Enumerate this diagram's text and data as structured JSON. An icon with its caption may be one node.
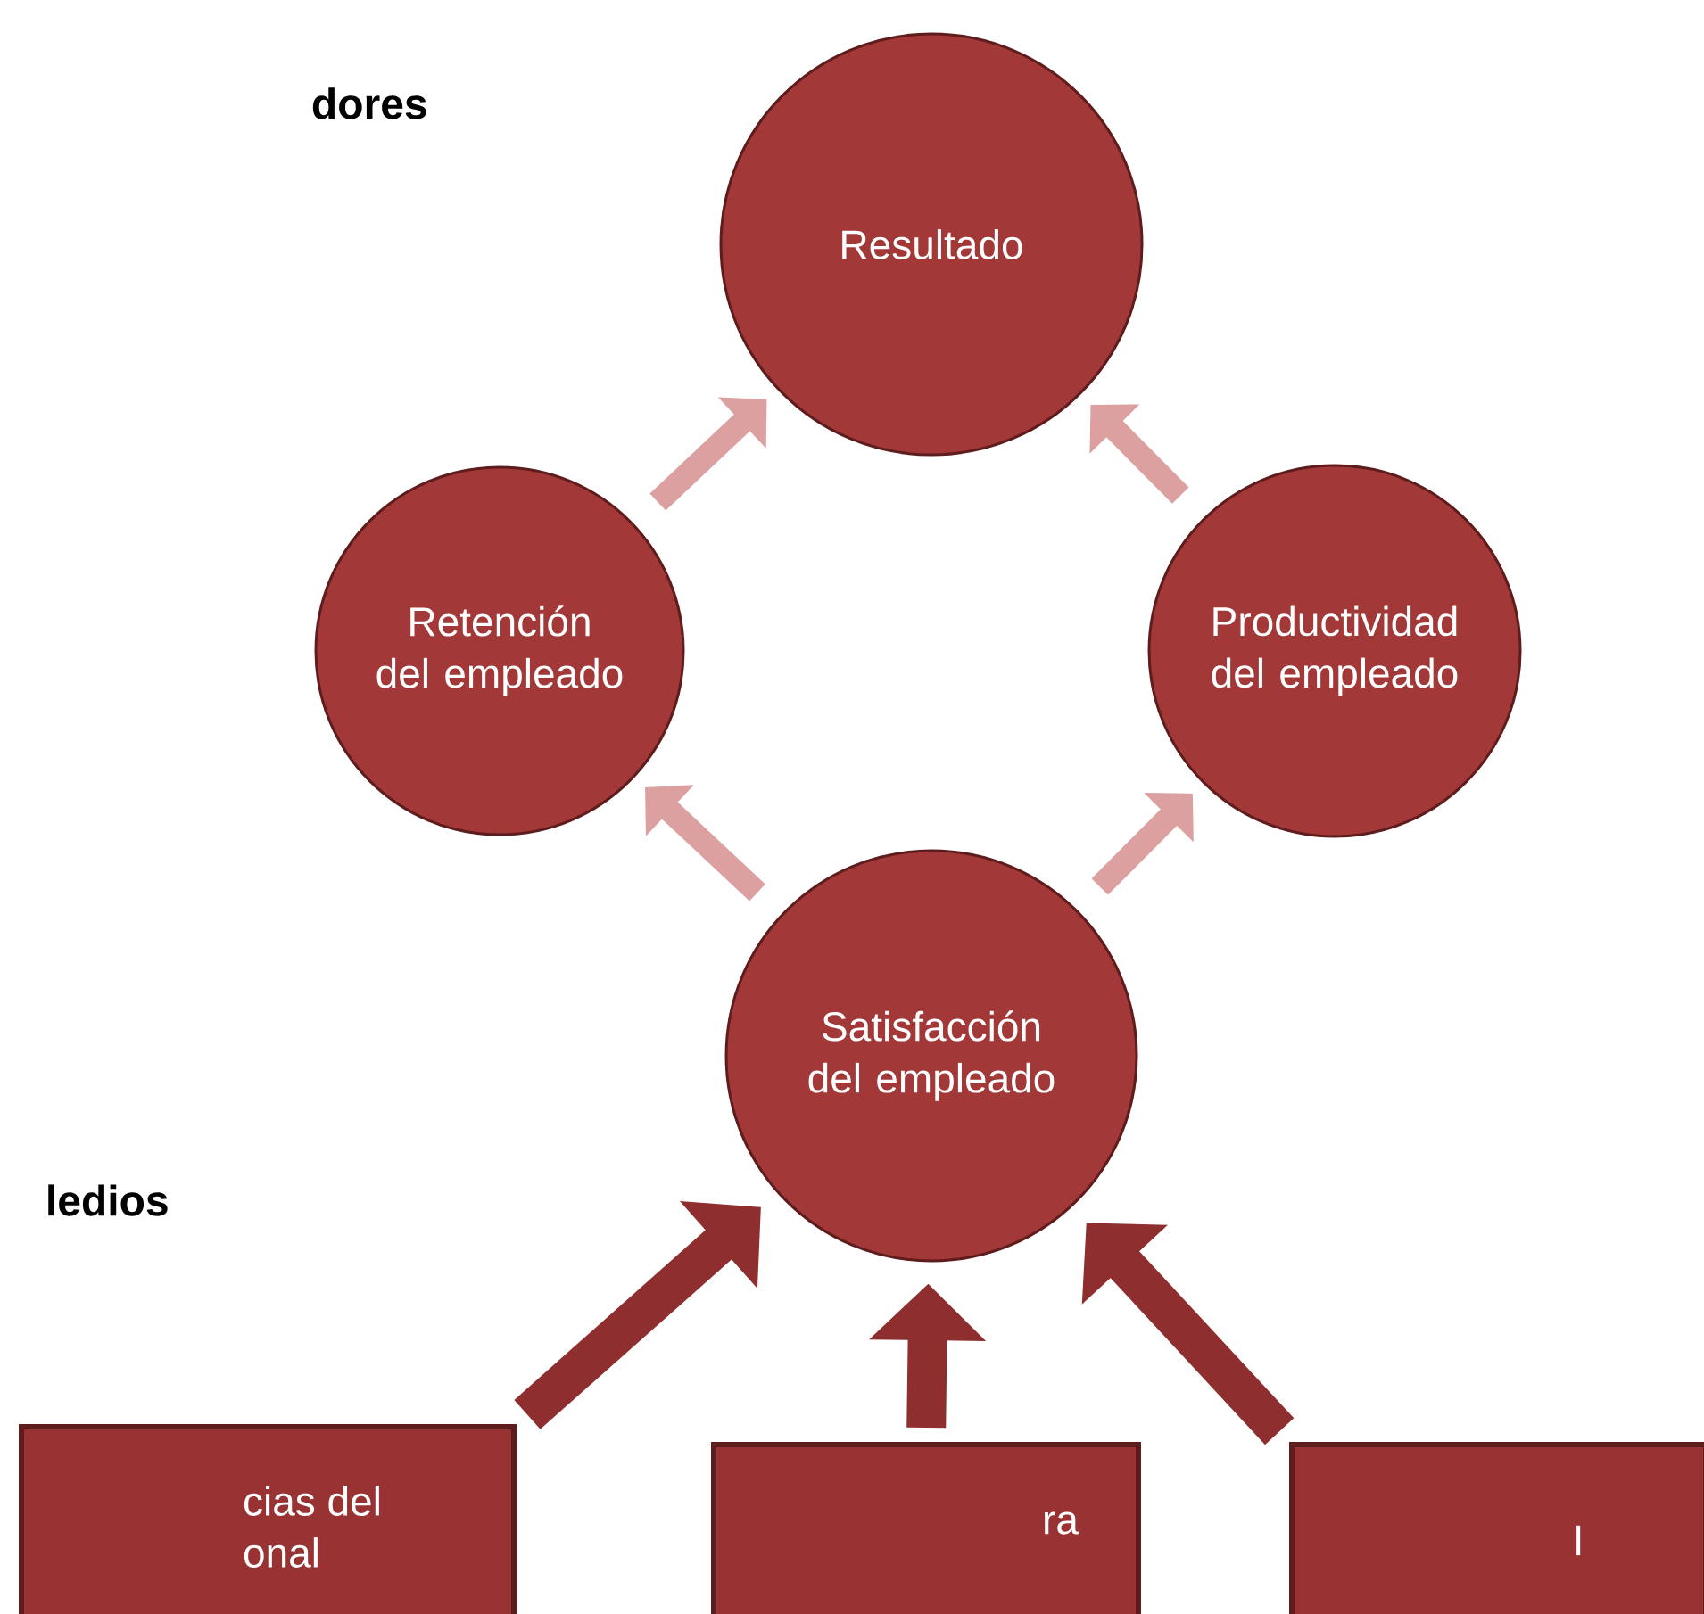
{
  "diagram": {
    "nodes": [
      {
        "text": [
          "Resultado"
        ]
      },
      {
        "text": [
          "Retención del empleado"
        ]
      },
      {
        "text": [
          "Productividad del empleado"
        ]
      },
      {
        "text": [
          "Satisfacción del empleado"
        ]
      },
      {
        "text": [
          "cias del onal"
        ]
      },
      {
        "text": [
          "ra"
        ]
      },
      {
        "text": [
          "l"
        ]
      }
    ],
    "edges": [
      {
        "from": 1,
        "to": 0,
        "arrow": "to"
      },
      {
        "from": 2,
        "to": 0,
        "arrow": "to"
      },
      {
        "from": 3,
        "to": 1,
        "arrow": "to"
      },
      {
        "from": 3,
        "to": 2,
        "arrow": "to"
      },
      {
        "from": 4,
        "to": 3,
        "arrow": "to",
        "color": "#8e2e2e"
      },
      {
        "from": 5,
        "to": 3,
        "arrow": "to",
        "color": "#8e2e2e"
      },
      {
        "from": 6,
        "to": 3,
        "arrow": "to",
        "color": "#8e2e2e"
      }
    ],
    "labels": [
      "dores",
      "ledios"
    ]
  }
}
